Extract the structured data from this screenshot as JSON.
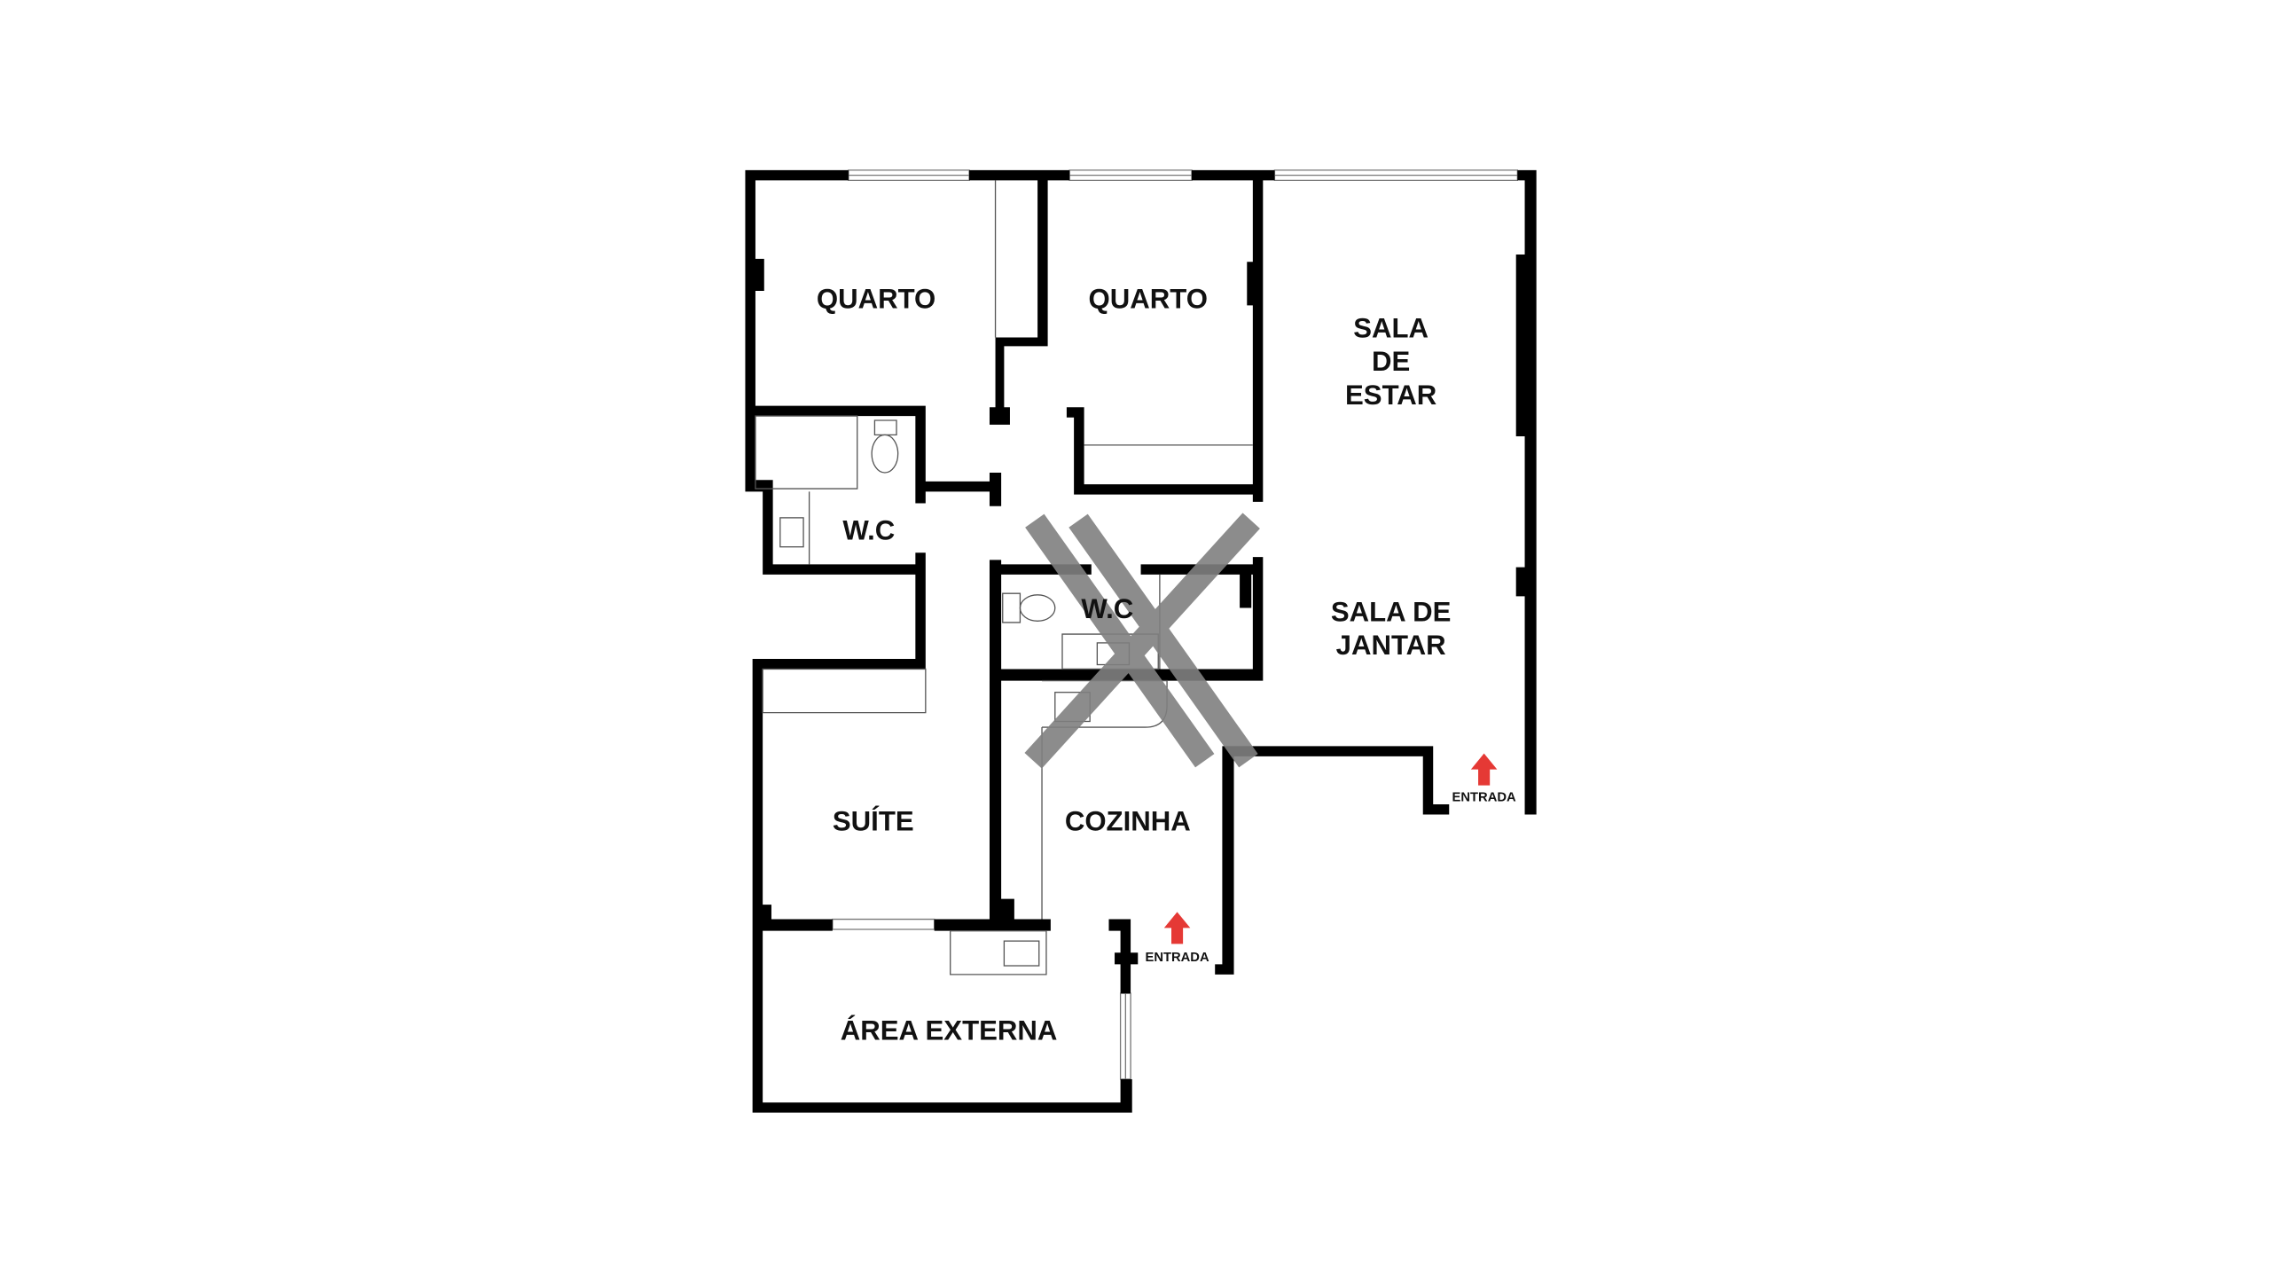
{
  "floor_plan": {
    "rooms": {
      "quarto_1": "QUARTO",
      "quarto_2": "QUARTO",
      "sala_estar": [
        "SALA",
        "DE",
        "ESTAR"
      ],
      "sala_jantar": [
        "SALA DE",
        "JANTAR"
      ],
      "wc_1": "W.C",
      "wc_2": "W.C",
      "suite": "SUÍTE",
      "cozinha": "COZINHA",
      "area_externa": "ÁREA EXTERNA"
    },
    "entrances": [
      "ENTRADA",
      "ENTRADA"
    ],
    "colors": {
      "wall": "#000000",
      "arrow": "#e53935",
      "watermark": "#808080"
    }
  }
}
